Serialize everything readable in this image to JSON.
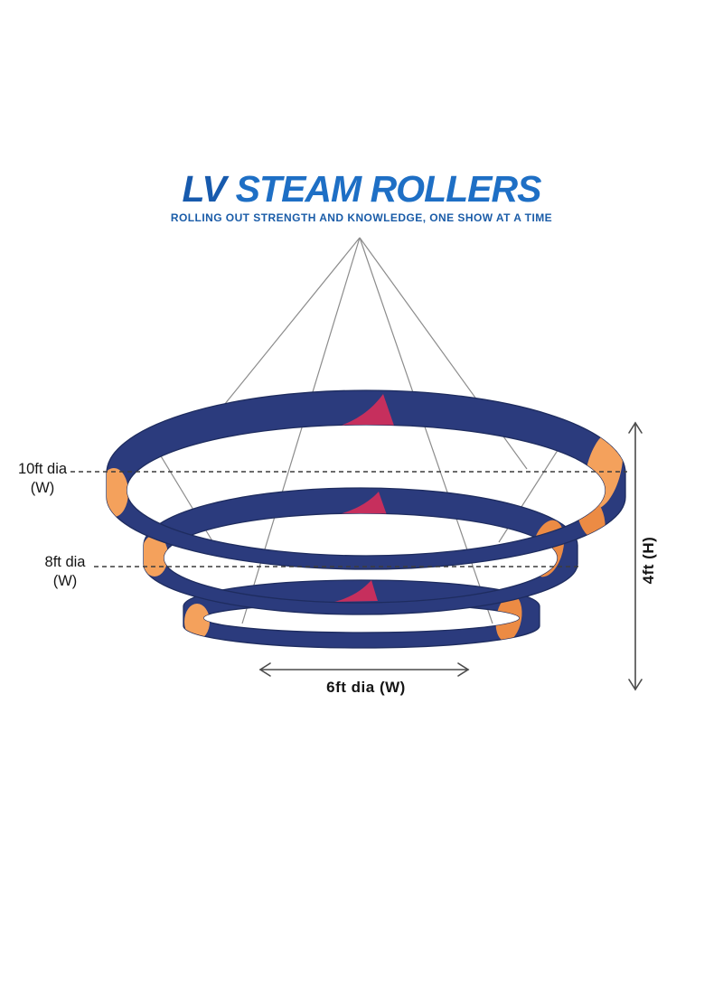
{
  "brand": {
    "title_prefix": "LV",
    "title_main": "STEAM ROLLERS",
    "tagline": "ROLLING OUT STRENGTH AND KNOWLEDGE, ONE SHOW AT A TIME",
    "title_prefix_color": "#175AAD",
    "title_main_color": "#1E6FC5",
    "tagline_color": "#1A5CA8"
  },
  "diagram": {
    "description": "Three-tier hanging ring banner with suspension cables and dimensions",
    "rings": [
      {
        "name": "top ring",
        "diameter_label": "10ft dia",
        "axis_label": "(W)"
      },
      {
        "name": "middle ring",
        "diameter_label": "8ft dia",
        "axis_label": "(W)"
      },
      {
        "name": "bottom ring",
        "diameter_label": "6ft dia (W)"
      }
    ],
    "height_label": "4ft (H)"
  },
  "colors": {
    "ring_navy": "#2B3B7D",
    "ring_outline": "#1E2C5F",
    "accent_orange": "#F4A15C",
    "accent_orange_deep": "#EC8B44",
    "accent_red": "#C62F5D",
    "cable_gray": "#8C8C8C",
    "dash_gray": "#3C3C3C",
    "arrow_gray": "#4A4A4A"
  }
}
